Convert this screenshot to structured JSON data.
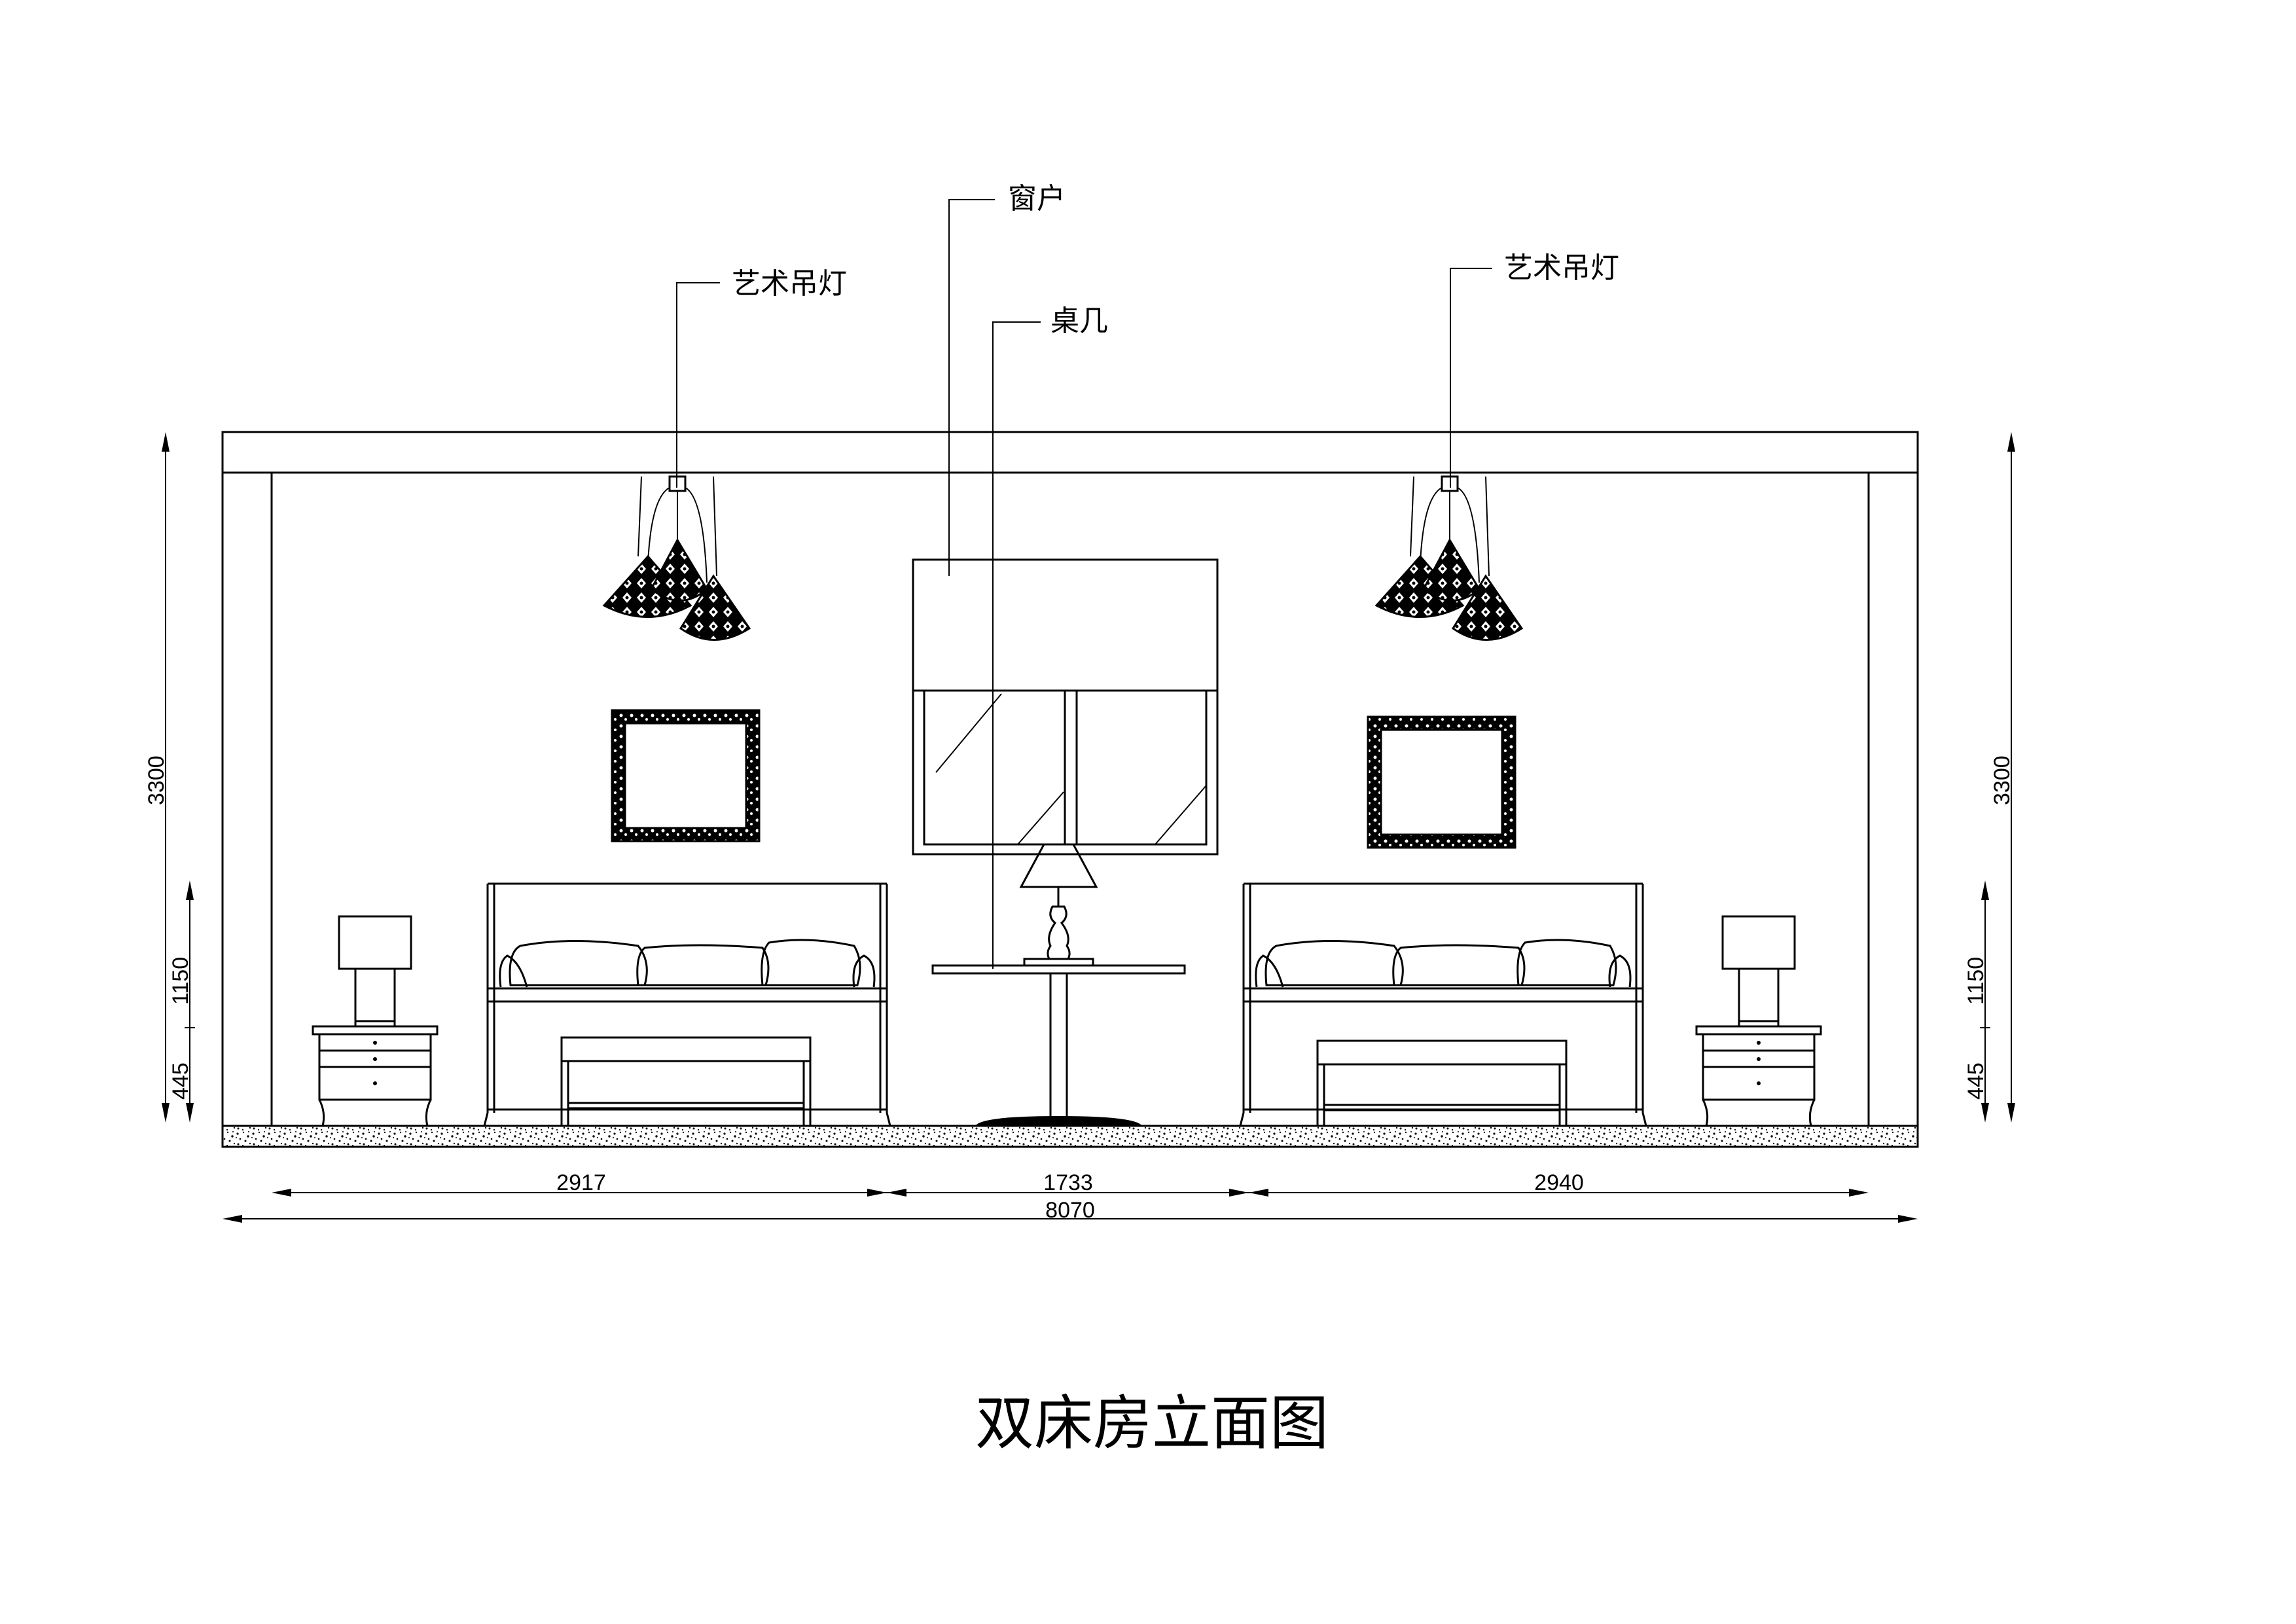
{
  "title": "双床房立面图",
  "callouts": {
    "pendant_left": "艺术吊灯",
    "pendant_right": "艺术吊灯",
    "window": "窗户",
    "side_table": "桌几"
  },
  "dimensions": {
    "left_height_total": "3300",
    "left_height_mid": "1150",
    "left_height_low": "445",
    "right_height_total": "3300",
    "right_height_mid": "1150",
    "right_height_low": "445",
    "width_left": "2917",
    "width_center": "1733",
    "width_right": "2940",
    "width_total": "8070"
  },
  "colors": {
    "line": "#000000",
    "background": "#ffffff"
  }
}
